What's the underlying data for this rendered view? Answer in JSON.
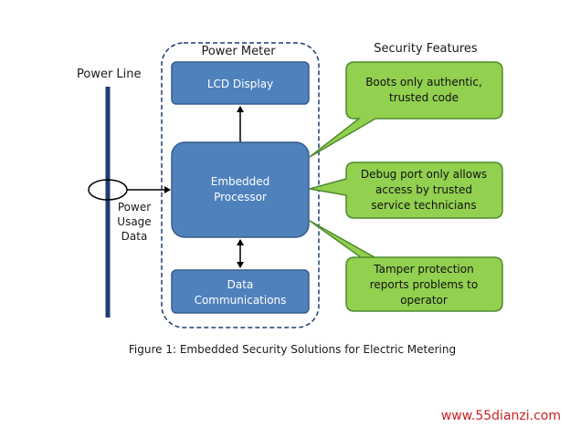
{
  "power_line_label": "Power Line",
  "power_meter_label": "Power Meter",
  "security_features_label": "Security Features",
  "usage_label": [
    "Power",
    "Usage",
    "Data"
  ],
  "lcd_box": {
    "lines": [
      "LCD Display"
    ]
  },
  "processor_box": {
    "lines": [
      "Embedded",
      "Processor"
    ]
  },
  "comm_box": {
    "lines": [
      "Data",
      "Communications"
    ]
  },
  "callouts": [
    {
      "lines": [
        "Boots only authentic,",
        "trusted code"
      ]
    },
    {
      "lines": [
        "Debug port only allows",
        "access by trusted",
        "service technicians"
      ]
    },
    {
      "lines": [
        "Tamper protection",
        "reports problems to",
        "operator"
      ]
    }
  ],
  "caption": "Figure 1: Embedded Security Solutions for Electric Metering",
  "watermark": "www.55dianzi.com",
  "colors": {
    "box_fill": "#4f81bd",
    "box_stroke": "#385d8a",
    "callout_fill": "#92d050",
    "callout_stroke": "#4e8a2e",
    "power_line": "#1f3b73",
    "dashed_border": "#1f3b73"
  }
}
